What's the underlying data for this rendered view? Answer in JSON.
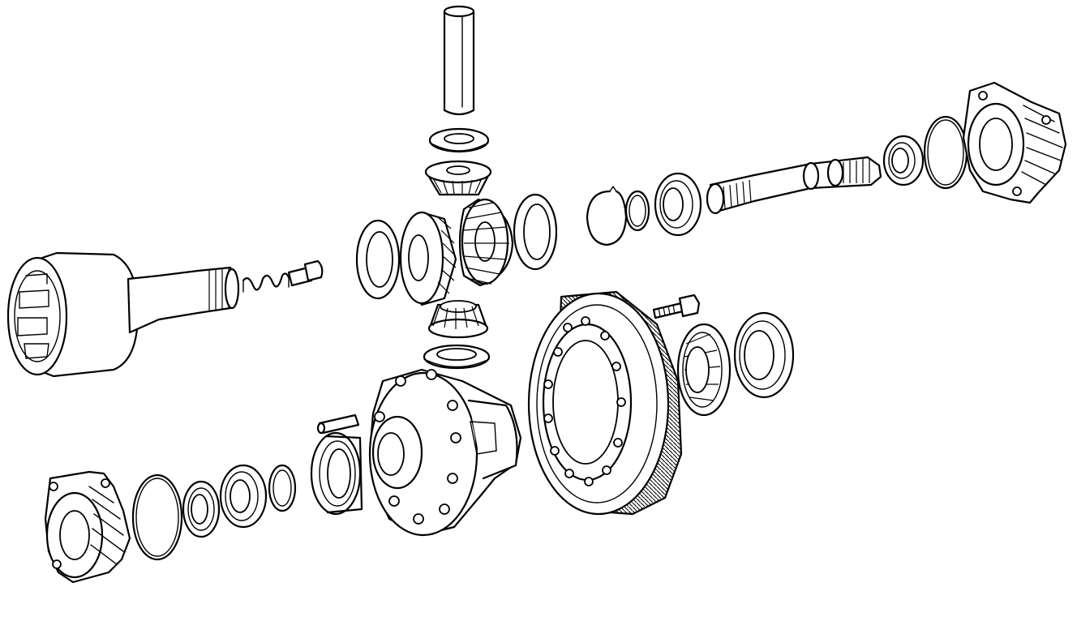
{
  "diagram": {
    "kind": "exploded-view line drawing",
    "colors": {
      "line": "#000000",
      "background": "#ffffff"
    },
    "parts": [
      {
        "name": "pinion-shaft"
      },
      {
        "name": "pinion-thrust-washer-top"
      },
      {
        "name": "pinion-gear-top"
      },
      {
        "name": "pinion-gear-bottom"
      },
      {
        "name": "pinion-thrust-washer-bottom"
      },
      {
        "name": "side-gear-left"
      },
      {
        "name": "side-gear-right"
      },
      {
        "name": "side-gear-thrust-washer-left"
      },
      {
        "name": "side-gear-thrust-washer-right"
      },
      {
        "name": "snap-ring"
      },
      {
        "name": "circlip"
      },
      {
        "name": "bearing-right-inner"
      },
      {
        "name": "intermediate-shaft"
      },
      {
        "name": "oil-seal-right"
      },
      {
        "name": "o-ring-right"
      },
      {
        "name": "bearing-carrier-right"
      },
      {
        "name": "cv-joint-outer-race"
      },
      {
        "name": "spring"
      },
      {
        "name": "plunger-pin"
      },
      {
        "name": "differential-case"
      },
      {
        "name": "lock-pin"
      },
      {
        "name": "ring-gear"
      },
      {
        "name": "ring-gear-bolt"
      },
      {
        "name": "taper-roller-bearing-right"
      },
      {
        "name": "bearing-race-right"
      },
      {
        "name": "oil-seal-case"
      },
      {
        "name": "shim-ring-left"
      },
      {
        "name": "bearing-left"
      },
      {
        "name": "bearing-race-left"
      },
      {
        "name": "o-ring-left"
      },
      {
        "name": "bearing-carrier-left"
      }
    ]
  }
}
